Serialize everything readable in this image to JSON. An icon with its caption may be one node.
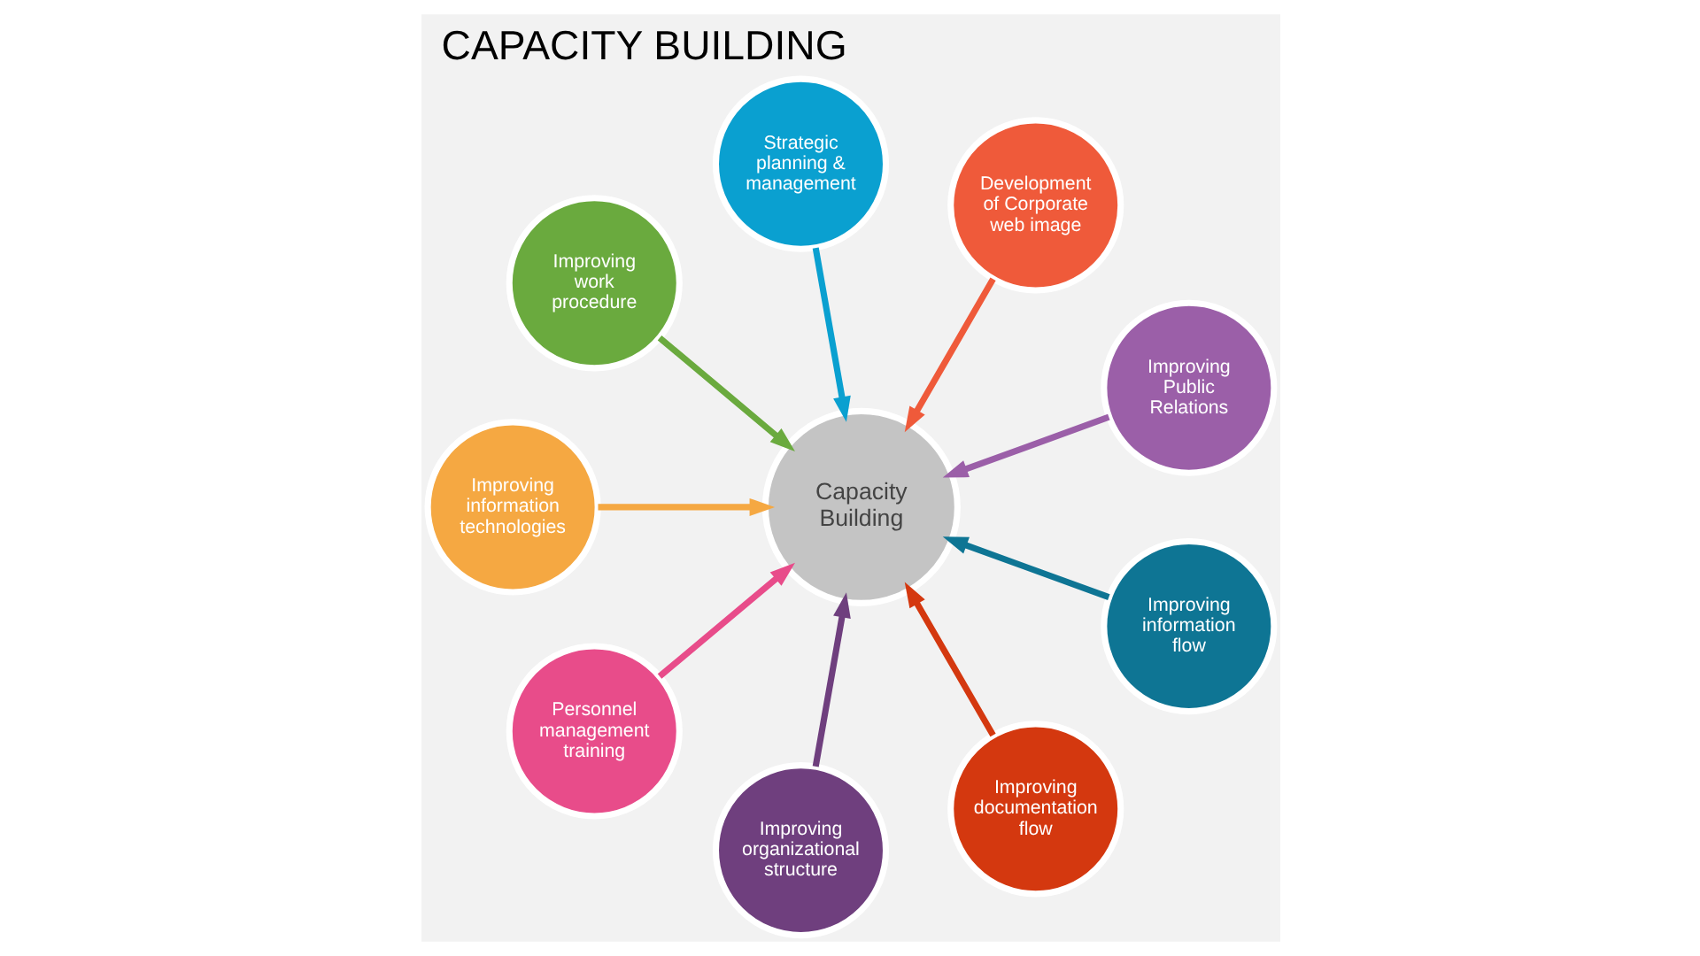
{
  "diagram": {
    "title": "CAPACITY BUILDING",
    "nodes": [
      {
        "text": [
          "Capacity Building"
        ]
      },
      {
        "text": [
          "Improving Public Relations"
        ]
      },
      {
        "text": [
          "Development of Corporate web image"
        ]
      },
      {
        "text": [
          "Strategic planning & management"
        ]
      },
      {
        "text": [
          "Improving work procedure"
        ]
      },
      {
        "text": [
          "Improving information technologies"
        ]
      },
      {
        "text": [
          "Personnel management training"
        ]
      },
      {
        "text": [
          "Improving organizational structure"
        ]
      },
      {
        "text": [
          "Improving documentation flow"
        ]
      },
      {
        "text": [
          "Improving information flow"
        ]
      }
    ],
    "edges": [
      {
        "from": 1,
        "to": 0,
        "arrow": "to",
        "color": "#9b5fa8"
      },
      {
        "from": 2,
        "to": 0,
        "arrow": "to",
        "color": "#ef5a3a"
      },
      {
        "from": 3,
        "to": 0,
        "arrow": "to",
        "color": "#0aa0d0"
      },
      {
        "from": 4,
        "to": 0,
        "arrow": "to",
        "color": "#6aaa3e"
      },
      {
        "from": 5,
        "to": 0,
        "arrow": "to",
        "color": "#f5a842"
      },
      {
        "from": 6,
        "to": 0,
        "arrow": "to",
        "color": "#e84c8a"
      },
      {
        "from": 7,
        "to": 0,
        "arrow": "to",
        "color": "#6f3f7e"
      },
      {
        "from": 8,
        "to": 0,
        "arrow": "to",
        "color": "#d4380f"
      },
      {
        "from": 9,
        "to": 0,
        "arrow": "to",
        "color": "#0e7594"
      }
    ]
  }
}
